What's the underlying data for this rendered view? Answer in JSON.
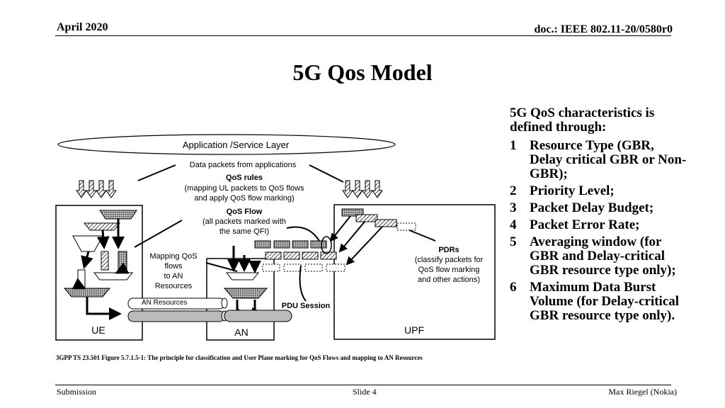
{
  "header": {
    "date": "April 2020",
    "doc": "doc.: IEEE 802.11-20/0580r0"
  },
  "title": "5G Qos Model",
  "diagram": {
    "app_layer": "Application /Service Layer",
    "data_packets": "Data packets from applications",
    "qos_rules_title": "QoS rules",
    "qos_rules_line1": "(mapping UL packets to QoS flows",
    "qos_rules_line2": "and apply QoS flow marking)",
    "qos_flow_title": "QoS Flow",
    "qos_flow_line1": "(all packets marked with",
    "qos_flow_line2": "the same QFI)",
    "mapping_line1": "Mapping QoS",
    "mapping_line2": "flows",
    "mapping_line3": "to AN",
    "mapping_line4": "Resources",
    "pdrs_title": "PDRs",
    "pdrs_line1": "(classify packets for",
    "pdrs_line2": "QoS flow marking",
    "pdrs_line3": "and other actions)",
    "an_resources": "AN Resources",
    "pdu_session": "PDU Session",
    "ue": "UE",
    "an": "AN",
    "upf": "UPF"
  },
  "caption": "3GPP TS 23.501 Figure 5.7.1.5-1: The principle for classification and User Plane marking for QoS Flows and mapping to AN Resources",
  "characteristics": {
    "title": "5G QoS characteristics is defined through:",
    "items": [
      {
        "num": "1",
        "text": "Resource Type (GBR, Delay critical GBR or Non-GBR);"
      },
      {
        "num": "2",
        "text": "Priority Level;"
      },
      {
        "num": "3",
        "text": "Packet Delay Budget;"
      },
      {
        "num": "4",
        "text": "Packet Error Rate;"
      },
      {
        "num": "5",
        "text": "Averaging window (for GBR and Delay-critical GBR resource type only);"
      },
      {
        "num": "6",
        "text": "Maximum Data Burst Volume (for Delay-critical GBR resource type only)."
      }
    ]
  },
  "footer": {
    "left": "Submission",
    "center": "Slide 4",
    "right": "Max Riegel (Nokia)"
  }
}
